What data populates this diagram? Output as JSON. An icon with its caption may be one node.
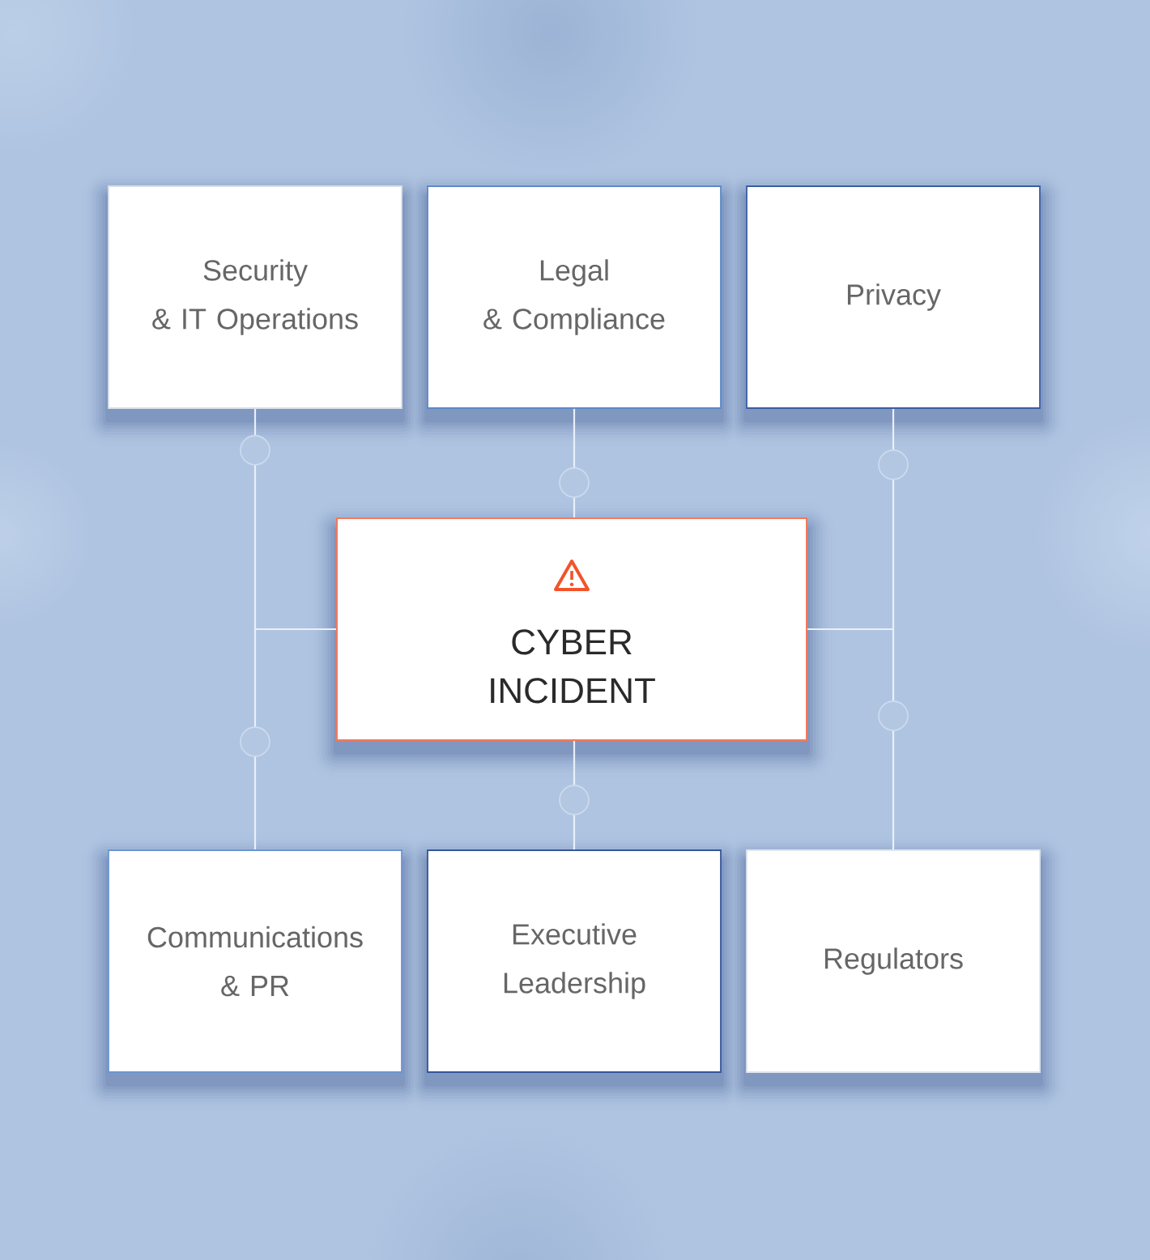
{
  "diagram": {
    "nodes": [
      {
        "text": [
          "Security & IT Operations"
        ]
      },
      {
        "text": [
          "Legal & Compliance"
        ]
      },
      {
        "text": [
          "Privacy"
        ]
      },
      {
        "text": [
          "CYBER INCIDENT"
        ]
      },
      {
        "text": [
          "Communications & PR"
        ]
      },
      {
        "text": [
          "Executive Leadership"
        ]
      },
      {
        "text": [
          "Regulators"
        ]
      }
    ],
    "edges": [
      {
        "from": 0,
        "to": 3,
        "arrow": "none"
      },
      {
        "from": 1,
        "to": 3,
        "arrow": "none"
      },
      {
        "from": 2,
        "to": 3,
        "arrow": "none"
      },
      {
        "from": 3,
        "to": 4,
        "arrow": "none"
      },
      {
        "from": 3,
        "to": 5,
        "arrow": "none"
      },
      {
        "from": 3,
        "to": 6,
        "arrow": "none"
      }
    ]
  }
}
